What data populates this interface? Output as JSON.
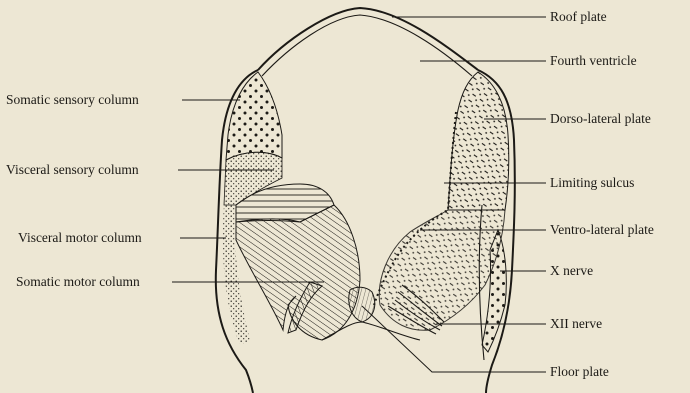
{
  "diagram": {
    "labels_left": [
      {
        "id": "somatic-sensory",
        "text": "Somatic sensory column"
      },
      {
        "id": "visceral-sensory",
        "text": "Visceral sensory column"
      },
      {
        "id": "visceral-motor",
        "text": "Visceral motor column"
      },
      {
        "id": "somatic-motor",
        "text": "Somatic motor column"
      }
    ],
    "labels_right": [
      {
        "id": "roof-plate",
        "text": "Roof plate"
      },
      {
        "id": "fourth-ventricle",
        "text": "Fourth ventricle"
      },
      {
        "id": "dorso-lateral",
        "text": "Dorso-lateral plate"
      },
      {
        "id": "limiting-sulcus",
        "text": "Limiting sulcus"
      },
      {
        "id": "ventro-lateral",
        "text": "Ventro-lateral plate"
      },
      {
        "id": "x-nerve",
        "text": "X nerve"
      },
      {
        "id": "xii-nerve",
        "text": "XII nerve"
      },
      {
        "id": "floor-plate",
        "text": "Floor plate"
      }
    ],
    "colors": {
      "paper": "#ede7d4",
      "ink": "#1c1a16"
    }
  }
}
